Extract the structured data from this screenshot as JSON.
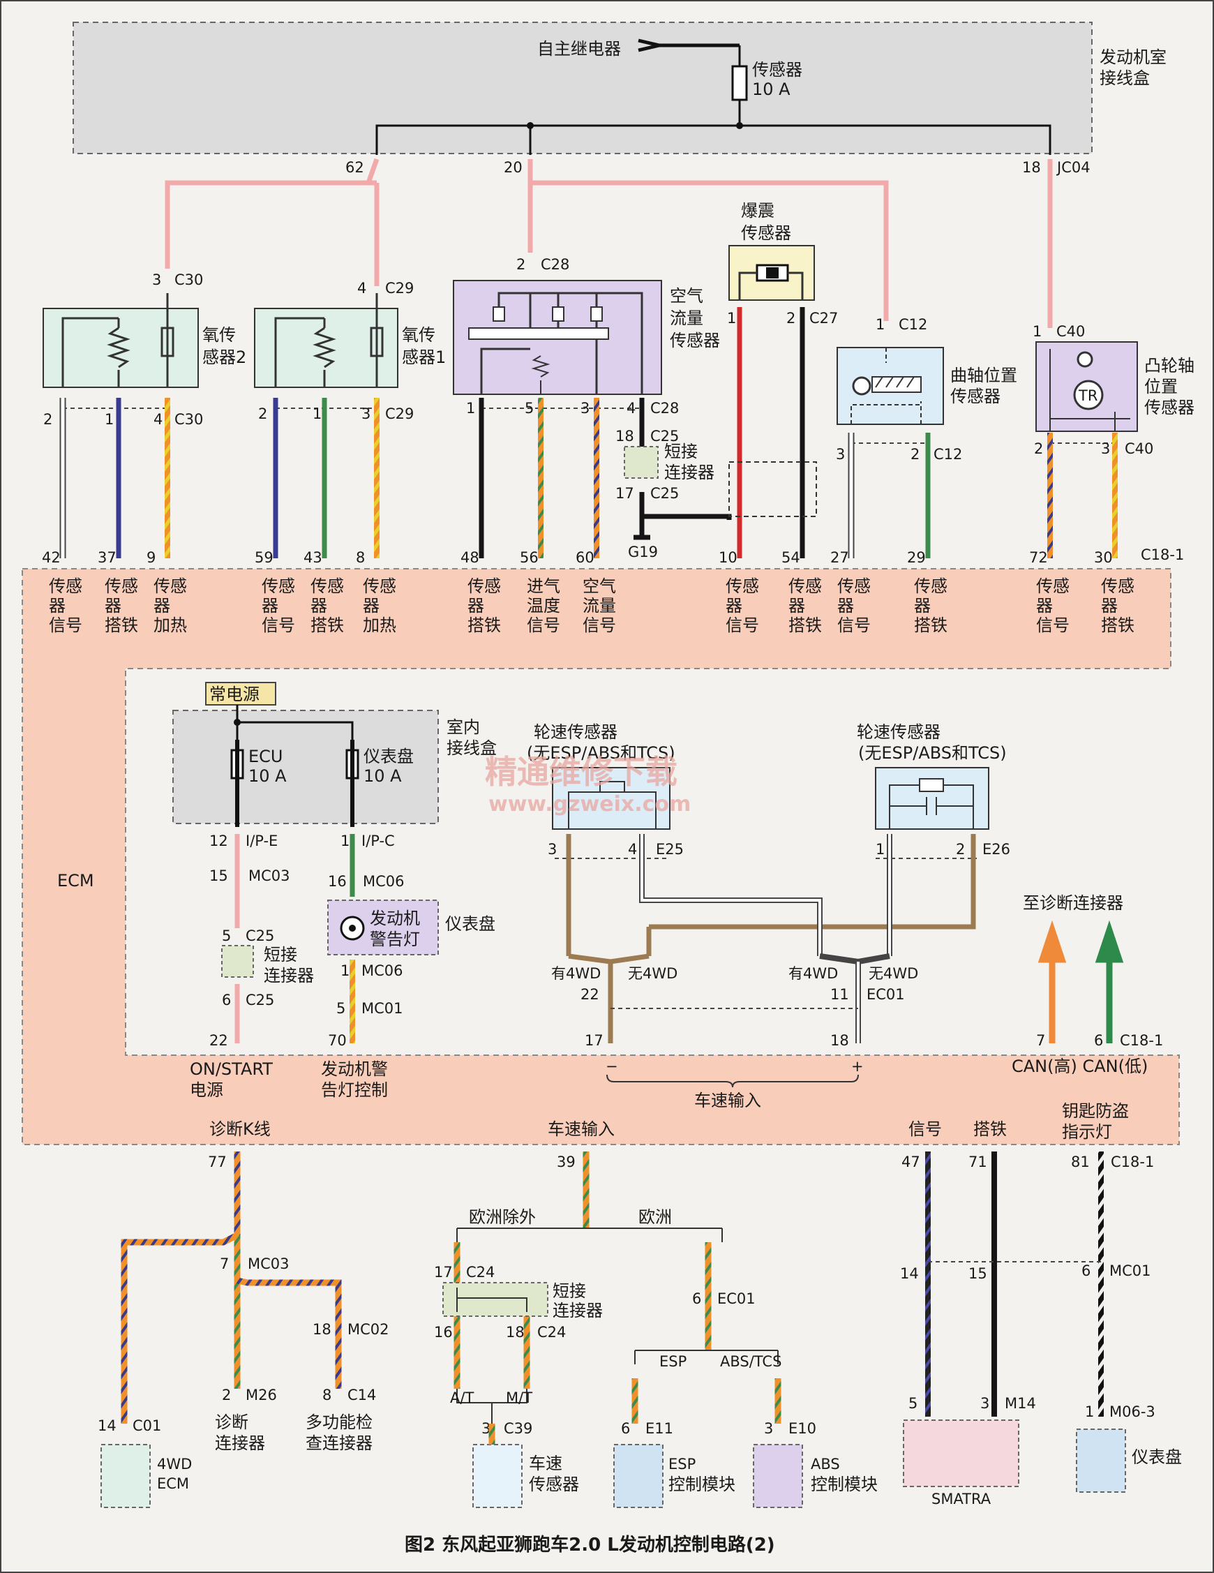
{
  "title": "图2 东风起亚狮跑车2.0 L发动机控制电路(2)",
  "watermark": {
    "line1": "精通维修下载",
    "line2": "www.gzweix.com"
  },
  "colors": {
    "ecm_fill": "#f8cdb9",
    "pink_wire": "#f2a9a9",
    "box_grey": "#dcdcdc",
    "sensor_green": "#dff0e8",
    "sensor_purple": "#dcd0ec",
    "sensor_blue": "#cfe3f3",
    "sensor_yellow": "#f8f3c8"
  },
  "top": {
    "relay": "自主继电器",
    "fuse_name": "传感器",
    "fuse_rating": "10 A",
    "junction_box": [
      "发动机室",
      "接线盒"
    ],
    "pins": {
      "p62": "62",
      "p20": "20",
      "p18": "18",
      "jc04": "JC04"
    }
  },
  "components": {
    "o2_2": [
      "氧传",
      "感器2"
    ],
    "o2_1": [
      "氧传",
      "感器1"
    ],
    "maf": [
      "空气",
      "流量",
      "传感器"
    ],
    "knock": [
      "爆震",
      "传感器"
    ],
    "crank": [
      "曲轴位置",
      "传感器"
    ],
    "cam": [
      "凸轮轴",
      "位置",
      "传感器"
    ],
    "tr": "TR",
    "short_connector": [
      "短接",
      "连接器"
    ],
    "ground": "G19"
  },
  "connector_labels": {
    "c30_top": "3",
    "c30": "C30",
    "c29_top": "4",
    "c29": "C29",
    "c28_top": "2",
    "c28": "C28",
    "c27_a": "1",
    "c27_b": "2",
    "c27": "C27",
    "c12_top": "1",
    "c12": "C12",
    "c40_top": "1",
    "c40": "C40",
    "o2_2_bottom": [
      "2",
      "1",
      "4"
    ],
    "o2_1_bottom": [
      "2",
      "1",
      "3"
    ],
    "maf_bottom": [
      "1",
      "5",
      "3",
      "4"
    ],
    "c25_a": "18",
    "c25": "C25",
    "c25_b": "17",
    "crank_bottom": [
      "3",
      "2"
    ],
    "cam_bottom": [
      "2",
      "3"
    ]
  },
  "ecm_pins_top": [
    "42",
    "37",
    "9",
    "59",
    "43",
    "8",
    "48",
    "56",
    "60",
    "10",
    "54",
    "27",
    "29",
    "72",
    "30"
  ],
  "c18_1": "C18-1",
  "ecm_signals": [
    [
      "传感",
      "器",
      "信号"
    ],
    [
      "传感",
      "器",
      "搭铁"
    ],
    [
      "传感",
      "器",
      "加热"
    ],
    [
      "传感",
      "器",
      "信号"
    ],
    [
      "传感",
      "器",
      "搭铁"
    ],
    [
      "传感",
      "器",
      "加热"
    ],
    [
      "传感",
      "器",
      "搭铁"
    ],
    [
      "进气",
      "温度",
      "信号"
    ],
    [
      "空气",
      "流量",
      "信号"
    ],
    [
      "传感",
      "器",
      "信号"
    ],
    [
      "传感",
      "器",
      "搭铁"
    ],
    [
      "传感",
      "器",
      "信号"
    ],
    [
      "传感",
      "器",
      "搭铁"
    ],
    [
      "传感",
      "器",
      "信号"
    ],
    [
      "传感",
      "器",
      "搭铁"
    ]
  ],
  "ecm_label": "ECM",
  "middle": {
    "const_power": "常电源",
    "indoor_box": [
      "室内",
      "接线盒"
    ],
    "fuse_ecu": [
      "ECU",
      "10 A"
    ],
    "fuse_cluster": [
      "仪表盘",
      "10 A"
    ],
    "ip_e": [
      "12",
      "I/P-E"
    ],
    "ip_c": [
      "1",
      "I/P-C"
    ],
    "mc03": [
      "15",
      "MC03"
    ],
    "mc06_a": [
      "16",
      "MC06"
    ],
    "mc06_b": [
      "1",
      "MC06"
    ],
    "mc01": [
      "5",
      "MC01"
    ],
    "c25a": [
      "5",
      "C25"
    ],
    "c25b": [
      "6",
      "C25"
    ],
    "engine_lamp": [
      "发动机",
      "警告灯"
    ],
    "cluster": "仪表盘",
    "ecm_pin_22": "22",
    "ecm_pin_70": "70",
    "on_start": [
      "ON/START",
      "电源"
    ],
    "lamp_ctrl": [
      "发动机警",
      "告灯控制"
    ],
    "wss_title": [
      "轮速传感器",
      "(无ESP/ABS和TCS)"
    ],
    "e25_pins": [
      "3",
      "4"
    ],
    "e25": "E25",
    "e26_pins": [
      "1",
      "2"
    ],
    "e26": "E26",
    "with_4wd": "有4WD",
    "no_4wd": "无4WD",
    "p22": "22",
    "p11": "11",
    "ec01": "EC01",
    "p17": "17",
    "p18": "18",
    "minus": "−",
    "plus": "+",
    "speed_input": "车速输入",
    "to_diag": "至诊断连接器",
    "can_pins": [
      "7",
      "6"
    ],
    "c18_1": "C18-1",
    "can_labels": "CAN(高) CAN(低)"
  },
  "ecm_lower_labels": {
    "kline": "诊断K线",
    "speed": "车速输入",
    "signal": "信号",
    "ground": "搭铁",
    "immo": [
      "钥匙防盗",
      "指示灯"
    ]
  },
  "bottom": {
    "p77": "77",
    "p39": "39",
    "p47": "47",
    "p71": "71",
    "p81": "81",
    "c18_1": "C18-1",
    "mc03": [
      "7",
      "MC03"
    ],
    "mc02": [
      "18",
      "MC02"
    ],
    "m26": [
      "2",
      "M26"
    ],
    "c14": [
      "8",
      "C14"
    ],
    "c01": [
      "14",
      "C01"
    ],
    "ecm_4wd": [
      "4WD",
      "ECM"
    ],
    "diag": [
      "诊断",
      "连接器"
    ],
    "multi": [
      "多功能检",
      "查连接器"
    ],
    "eu_ex": "欧洲除外",
    "eu": "欧洲",
    "c24a": [
      "17",
      "C24"
    ],
    "c24b": [
      "16",
      "18",
      "C24"
    ],
    "short": [
      "短接",
      "连接器"
    ],
    "at": "A/T",
    "mt": "M/T",
    "c39": [
      "3",
      "C39"
    ],
    "vss": [
      "车速",
      "传感器"
    ],
    "ec01": [
      "6",
      "EC01"
    ],
    "esp": "ESP",
    "abs_tcs": "ABS/TCS",
    "e11": [
      "6",
      "E11"
    ],
    "e10": [
      "3",
      "E10"
    ],
    "esp_mod": [
      "ESP",
      "控制模块"
    ],
    "abs_mod": [
      "ABS",
      "控制模块"
    ],
    "sm_pins": [
      "14",
      "15",
      "5",
      "3",
      "M14"
    ],
    "smatra": "SMATRA",
    "mc01": [
      "6",
      "MC01"
    ],
    "m06": [
      "1",
      "M06-3"
    ],
    "cluster": "仪表盘"
  }
}
